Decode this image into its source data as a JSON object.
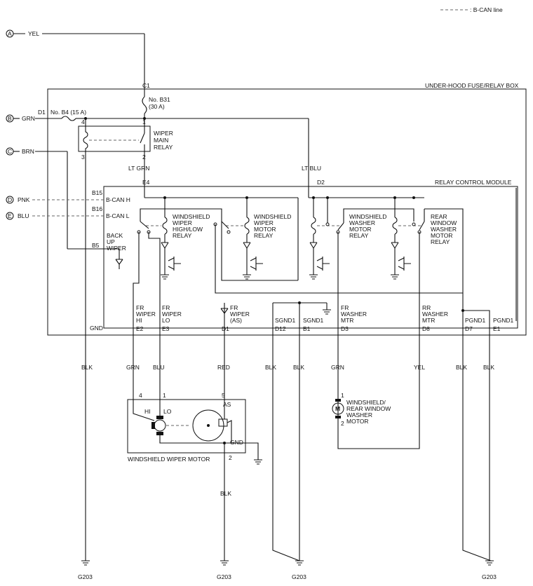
{
  "legend": {
    "bcan": ": B-CAN line"
  },
  "connectors": {
    "A": {
      "letter": "A",
      "color": "YEL"
    },
    "B": {
      "letter": "B",
      "color": "GRN"
    },
    "C": {
      "letter": "C",
      "color": "BRN"
    },
    "D": {
      "letter": "D",
      "color": "PNK"
    },
    "E": {
      "letter": "E",
      "color": "BLU"
    }
  },
  "boxes": {
    "fuse_box": "UNDER-HOOD FUSE/RELAY BOX",
    "rcm": "RELAY CONTROL MODULE",
    "motor": "WINDSHIELD WIPER MOTOR"
  },
  "fuses": {
    "b31_pin": "C1",
    "b31_name": "No. B31",
    "b31_rating": "(30 A)",
    "b4_pin": "D1",
    "b4_label": "No. B4 (15 A)"
  },
  "main_relay": {
    "lines": [
      "WIPER",
      "MAIN",
      "RELAY"
    ],
    "pins": [
      "4",
      "1",
      "3",
      "2"
    ]
  },
  "wires": {
    "lt_grn": "LT GRN",
    "lt_blu": "LT BLU",
    "e4": "E4",
    "d2": "D2",
    "blk": "BLK",
    "grn": "GRN",
    "blu": "BLU",
    "red": "RED",
    "yel": "YEL"
  },
  "pins_left": {
    "b15": "B15",
    "bcanh": "B-CAN H",
    "b16": "B16",
    "bcanl": "B-CAN L",
    "b5": "B5",
    "backup": [
      "BACK",
      "UP",
      "WIPER"
    ],
    "gnd": "GND"
  },
  "relays": {
    "hilo": [
      "WINDSHIELD",
      "WIPER",
      "HIGH/LOW",
      "RELAY"
    ],
    "motor": [
      "WINDSHIELD",
      "WIPER",
      "MOTOR",
      "RELAY"
    ],
    "washer": [
      "WINDSHIELD",
      "WASHER",
      "MOTOR",
      "RELAY"
    ],
    "rear": [
      "REAR",
      "WINDOW",
      "WASHER",
      "MOTOR",
      "RELAY"
    ]
  },
  "terminals": [
    {
      "lines": [
        "FR",
        "WIPER",
        "HI"
      ],
      "pin": "E2"
    },
    {
      "lines": [
        "FR",
        "WIPER",
        "LO"
      ],
      "pin": "E3"
    },
    {
      "lines": [
        "FR",
        "WIPER",
        "(AS)"
      ],
      "pin": "D1"
    },
    {
      "lines": [
        "SGND1"
      ],
      "pin": "D12"
    },
    {
      "lines": [
        "SGND1"
      ],
      "pin": "B1"
    },
    {
      "lines": [
        "FR",
        "WASHER",
        "MTR"
      ],
      "pin": "D3"
    },
    {
      "lines": [
        "RR",
        "WASHER",
        "MTR"
      ],
      "pin": "D8"
    },
    {
      "lines": [
        "PGND1"
      ],
      "pin": "D7"
    },
    {
      "lines": [
        "PGND1"
      ],
      "pin": "E1"
    }
  ],
  "motor": {
    "pin4": "4",
    "pin1": "1",
    "pin5": "5",
    "pin2": "2",
    "hi": "HI",
    "lo": "LO",
    "as": "AS",
    "gnd": "GND"
  },
  "washer_motor": {
    "pin1": "1",
    "pin2": "2",
    "symbol": "M",
    "lines": [
      "WINDSHIELD/",
      "REAR WINDOW",
      "WASHER",
      "MOTOR"
    ]
  },
  "grounds": [
    "G203",
    "G203",
    "G203",
    "G203"
  ]
}
